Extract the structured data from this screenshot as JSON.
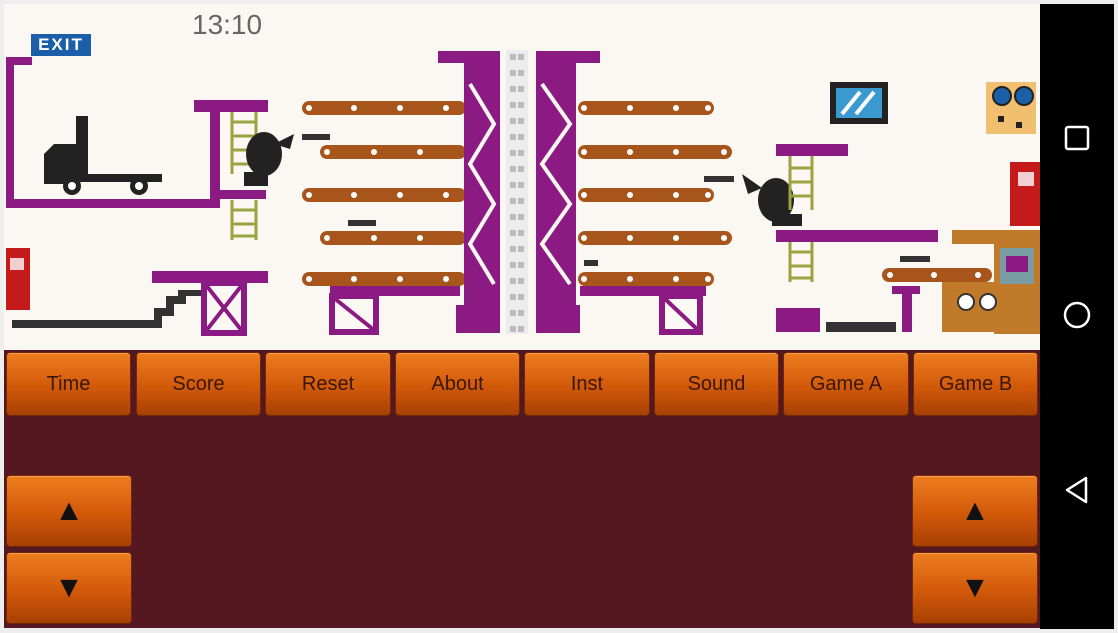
{
  "game": {
    "exit_sign": "EXIT",
    "clock": "13:10"
  },
  "menu": {
    "buttons": [
      {
        "label": "Time"
      },
      {
        "label": "Score"
      },
      {
        "label": "Reset"
      },
      {
        "label": "About"
      },
      {
        "label": "Inst"
      },
      {
        "label": "Sound"
      },
      {
        "label": "Game A"
      },
      {
        "label": "Game B"
      }
    ]
  },
  "controls": {
    "up_symbol": "▲",
    "down_symbol": "▼"
  },
  "navbar": {
    "icons": [
      "recents-icon",
      "home-icon",
      "back-icon"
    ]
  },
  "colors": {
    "purple": "#8b1a82",
    "conveyor": "#a8551b",
    "ladder": "#9aa340",
    "button": "#e06d10",
    "panel": "#561820"
  }
}
